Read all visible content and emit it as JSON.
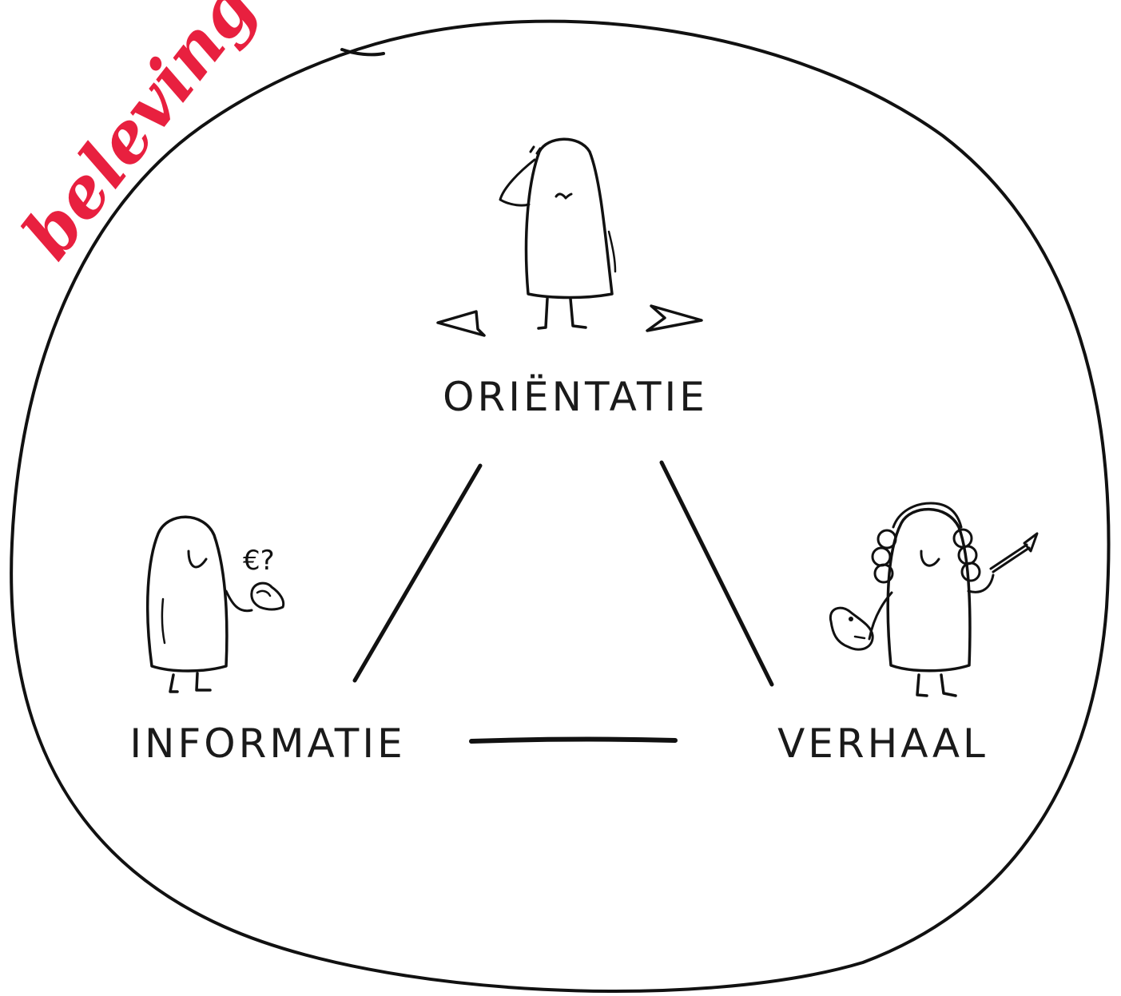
{
  "title": "beleving",
  "nodes": {
    "top": "ORIËNTATIE",
    "left": "INFORMATIE",
    "right": "VERHAAL"
  },
  "informatie_note": "€?",
  "colors": {
    "title": "#e8203f",
    "ink": "#111111",
    "background": "#ffffff"
  },
  "icons": {
    "top": "looking-figure-icon",
    "left": "money-question-figure-icon",
    "right": "painter-figure-icon"
  }
}
